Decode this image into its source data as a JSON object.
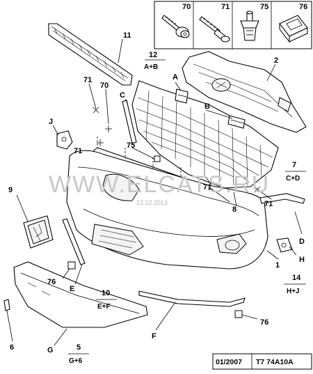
{
  "fasteners": [
    {
      "num": "70",
      "icon": "screw-with-washer-icon"
    },
    {
      "num": "71",
      "icon": "bolt-icon"
    },
    {
      "num": "75",
      "icon": "rivet-clip-icon"
    },
    {
      "num": "76",
      "icon": "square-clip-icon"
    }
  ],
  "callouts": {
    "c1": "1",
    "c2": "2",
    "c5": "5",
    "c5s": "G+6",
    "c6": "6",
    "c7": "7",
    "c7s": "C+D",
    "c8": "8",
    "c9": "9",
    "c10": "10",
    "c10s": "E+F",
    "c11": "11",
    "c12": "12",
    "c12s": "A+B",
    "c14": "14",
    "c14s": "H+J",
    "c70": "70",
    "c71a": "71",
    "c71b": "71",
    "c71c": "71",
    "c71d": "71",
    "c75": "75",
    "c76a": "76",
    "c76b": "76",
    "lA": "A",
    "lB": "B",
    "lC": "C",
    "lD": "D",
    "lE": "E",
    "lF": "F",
    "lG": "G",
    "lH": "H",
    "lJ": "J"
  },
  "watermark": {
    "text": "WWW.ELCATS.RU",
    "date": "13.12.2013"
  },
  "footer": {
    "date": "01/2007",
    "code": "T7 74A10A"
  }
}
